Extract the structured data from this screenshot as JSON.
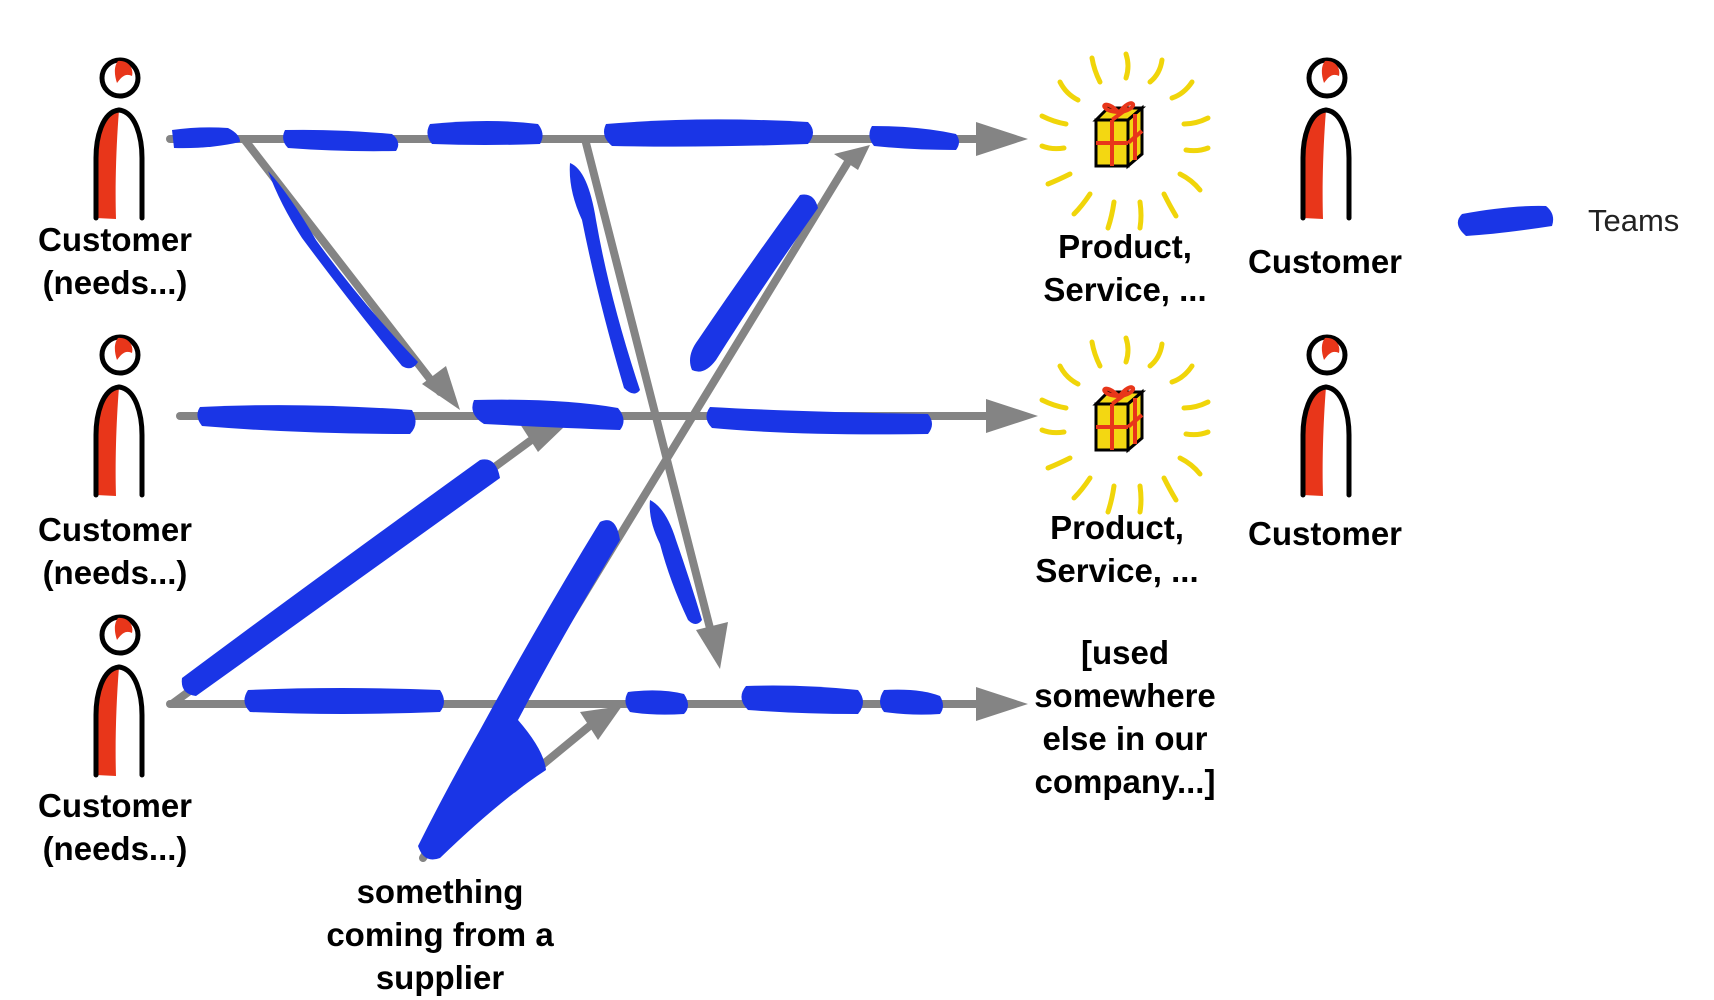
{
  "customers_left": [
    {
      "line1": "Customer",
      "line2": "(needs...)"
    },
    {
      "line1": "Customer",
      "line2": "(needs...)"
    },
    {
      "line1": "Customer",
      "line2": "(needs...)"
    }
  ],
  "outputs": [
    {
      "lines": [
        "Product,",
        "Service, ..."
      ]
    },
    {
      "lines": [
        "Product,",
        "Service, ..."
      ]
    },
    {
      "lines": [
        "[used",
        "somewhere",
        "else in our",
        "company...]"
      ]
    }
  ],
  "customers_right": [
    {
      "label": "Customer"
    },
    {
      "label": "Customer"
    }
  ],
  "supplier": {
    "lines": [
      "something",
      "coming from a",
      "supplier"
    ]
  },
  "legend": {
    "label": "Teams"
  },
  "colors": {
    "team": "#1a35e6",
    "flow": "#848484",
    "person_body": "#e8361a",
    "gift_box": "#f3d712",
    "gift_ribbon": "#e8361a",
    "sun_rays": "#f0d50a"
  }
}
